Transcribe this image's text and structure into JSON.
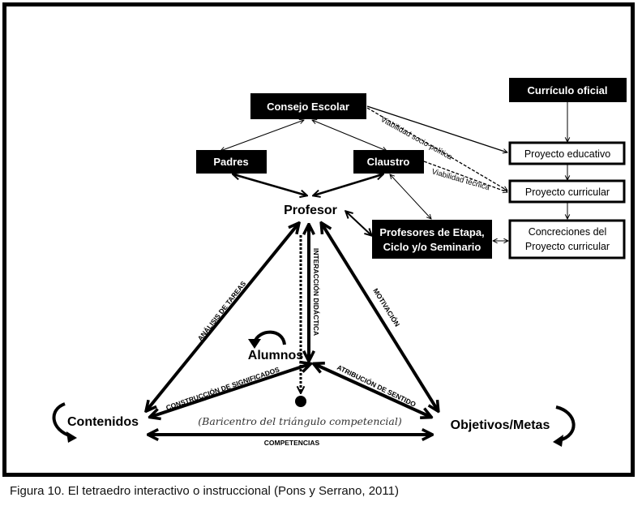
{
  "diagram": {
    "boxes": {
      "consejo_escolar": "Consejo Escolar",
      "padres": "Padres",
      "claustro": "Claustro",
      "curriculo_oficial": "Currículo oficial",
      "proyecto_educativo": "Proyecto educativo",
      "proyecto_curricular": "Proyecto curricular",
      "concreciones_line1": "Concreciones del",
      "concreciones_line2": "Proyecto curricular",
      "profesores_etapa_line1": "Profesores de Etapa,",
      "profesores_etapa_line2": "Ciclo y/o Seminario"
    },
    "nodes": {
      "profesor": "Profesor",
      "alumnos": "Alumnos",
      "contenidos": "Contenidos",
      "objetivos": "Objetivos/Metas"
    },
    "edge_labels": {
      "viabilidad_socio": "Viabilidad socio-política",
      "viabilidad_tecnica": "Viabilidad técnica",
      "analisis_tareas": "ANÁLISIS DE TAREAS",
      "interaccion_didactica": "INTERACCIÓN DIDÁCTICA",
      "motivacion": "MOTIVACIÓN",
      "construccion": "CONSTRUCCIÓN DE SIGNIFICADOS",
      "atribucion": "ATRIBUCIÓN DE SENTIDO",
      "competencias": "COMPETENCIAS",
      "baricentro": "(Baricentro del triángulo competencial)"
    }
  },
  "caption": "Figura 10. El tetraedro interactivo o instruccional (Pons y Serrano, 2011)"
}
